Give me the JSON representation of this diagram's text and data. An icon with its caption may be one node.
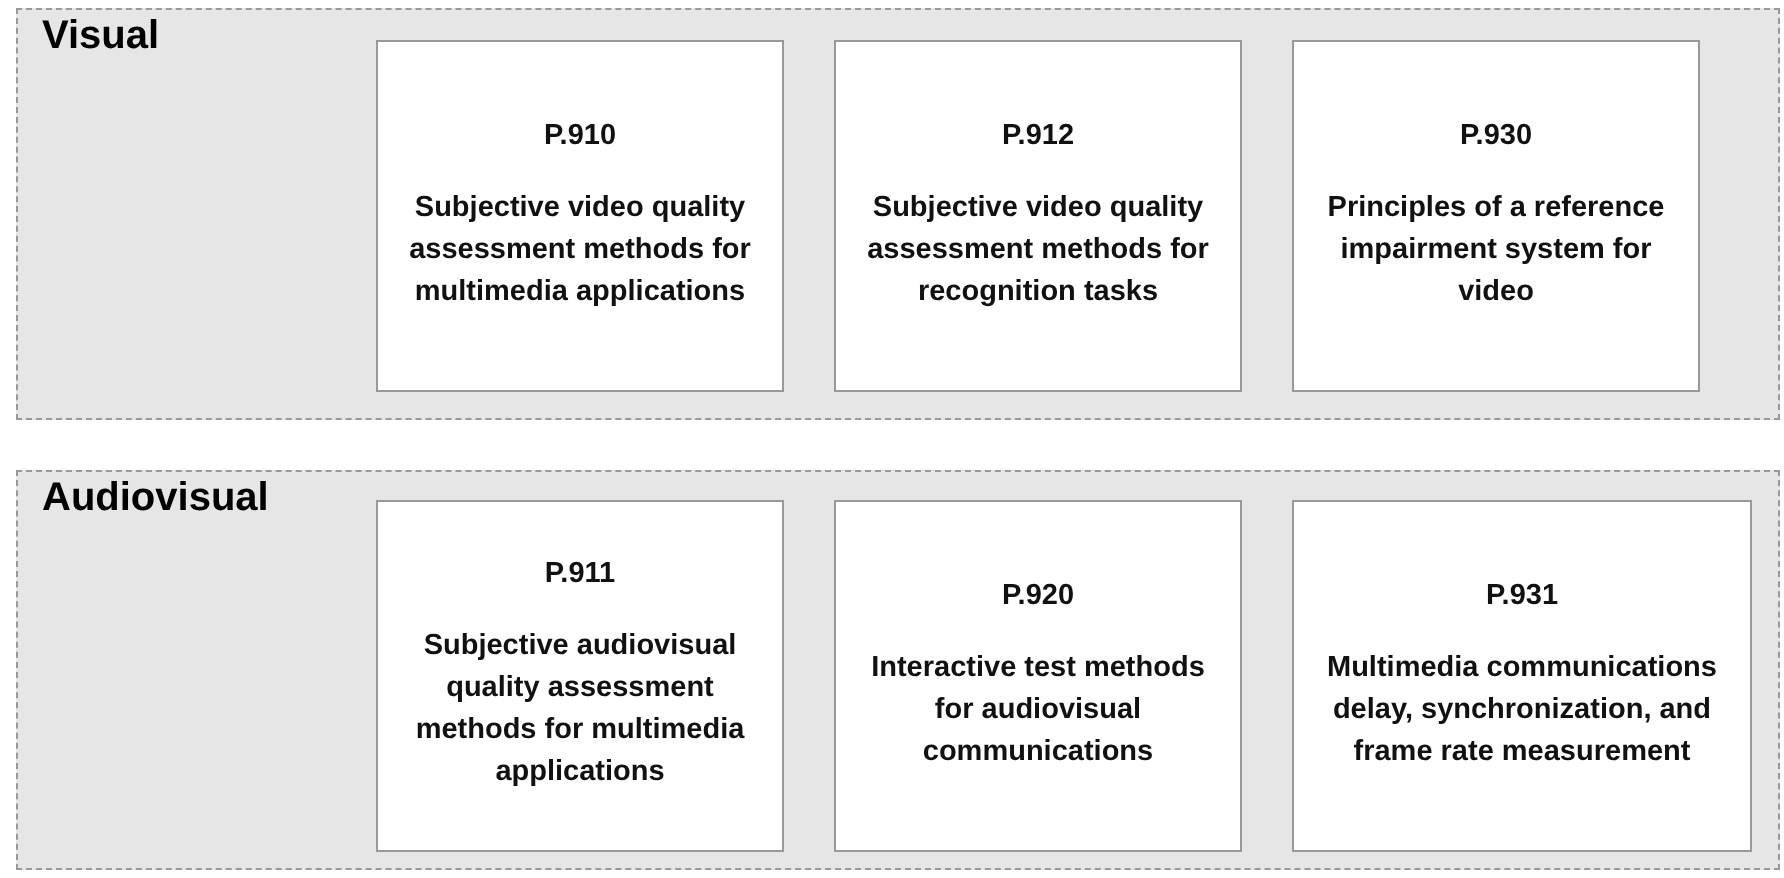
{
  "diagram": {
    "nodes": [
      {
        "text": [
          "Visual"
        ]
      },
      {
        "text": [
          "P.910",
          "Subjective video quality assessment methods for multimedia applications"
        ],
        "in": 0
      },
      {
        "text": [
          "P.912",
          "Subjective video quality assessment methods for recognition tasks"
        ],
        "in": 0
      },
      {
        "text": [
          "P.930",
          "Principles of a reference impairment system for video"
        ],
        "in": 0
      },
      {
        "text": [
          "Audiovisual"
        ]
      },
      {
        "text": [
          "P.911",
          "Subjective audiovisual quality assessment methods for multimedia applications"
        ],
        "in": 4
      },
      {
        "text": [
          "P.920",
          "Interactive test methods for audiovisual communications"
        ],
        "in": 4
      },
      {
        "text": [
          "P.931",
          "Multimedia communications delay, synchronization, and frame rate measurement"
        ],
        "in": 4
      }
    ]
  }
}
